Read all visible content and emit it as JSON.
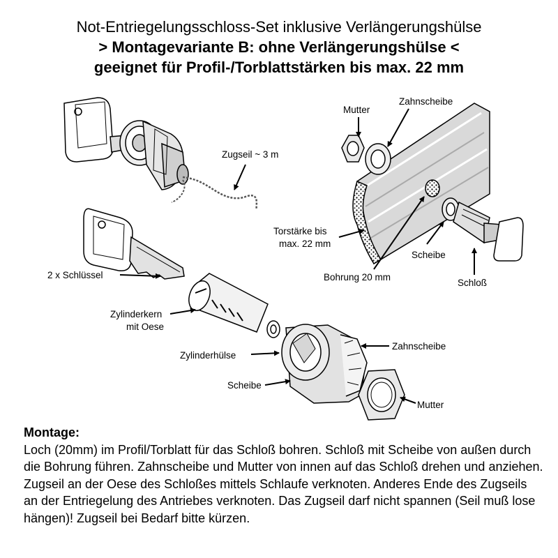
{
  "header": {
    "line1": "Not-Entriegelungsschloss-Set inklusive Verlängerungshülse",
    "line2": "> Montagevariante B:  ohne Verlängerungshülse <",
    "line3": "geeignet für Profil-/Torblattstärken bis max. 22 mm"
  },
  "labels": {
    "zugseil": "Zugseil ~ 3 m",
    "mutter_top": "Mutter",
    "zahnscheibe_top": "Zahnscheibe",
    "torstaerke_1": "Torstärke bis",
    "torstaerke_2": "max. 22 mm",
    "scheibe_top": "Scheibe",
    "bohrung": "Bohrung 20 mm",
    "schloss": "Schloß",
    "schluessel": "2 x Schlüssel",
    "zylinderkern_1": "Zylinderkern",
    "zylinderkern_2": "mit Oese",
    "zylinderhuelse": "Zylinderhülse",
    "zahnscheibe_bottom": "Zahnscheibe",
    "scheibe_bottom": "Scheibe",
    "mutter_bottom": "Mutter"
  },
  "instructions": {
    "heading": "Montage:",
    "body": "Loch (20mm) im Profil/Torblatt für das Schloß bohren. Schloß mit Scheibe von außen durch die Bohrung führen. Zahnscheibe und Mutter von innen auf das Schloß drehen und anziehen. Zugseil an der Oese des Schloßes mittels Schlaufe verknoten. Anderes Ende des Zugseils an der Entriegelung des Antriebes verknoten. Das Zugseil darf nicht spannen (Seil muß lose hängen)! Zugseil bei Bedarf bitte kürzen."
  }
}
